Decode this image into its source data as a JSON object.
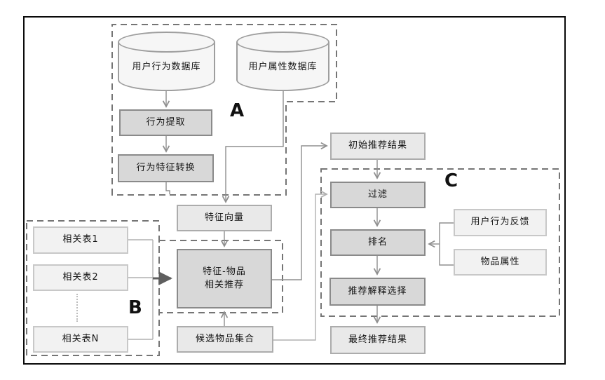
{
  "sections": {
    "a_label": "A",
    "b_label": "B",
    "c_label": "C"
  },
  "nodes": {
    "db_behavior": "用户行为数据库",
    "db_attribute": "用户属性数据库",
    "behavior_extract": "行为提取",
    "behavior_feature_convert": "行为特征转换",
    "feature_vector": "特征向量",
    "related_table_1": "相关表1",
    "related_table_2": "相关表2",
    "related_table_n": "相关表N",
    "feature_item_line1": "特征-物品",
    "feature_item_line2": "相关推荐",
    "candidate_item_set": "候选物品集合",
    "initial_rec_result": "初始推荐结果",
    "filter": "过滤",
    "rank": "排名",
    "rec_explanation_select": "推荐解释选择",
    "final_rec_result": "最终推荐结果",
    "user_behavior_feedback": "用户行为反馈",
    "item_attribute": "物品属性"
  },
  "colors": {
    "frame": "#0a0a0a",
    "process_fill": "#d8d8d8",
    "process_border": "#8a8a8a",
    "light_fill": "#e9e9e9",
    "light_border": "#acacac",
    "lighter_fill": "#f2f2f2",
    "lighter_border": "#c8c8c8",
    "cylinder_fill": "#f6f6f6",
    "cylinder_border": "#9e9e9e",
    "dashed_region": "#757575",
    "wire": "#8f8f8f",
    "wire_light": "#b0b0b0",
    "wire_thick": "#5f5f5f"
  }
}
